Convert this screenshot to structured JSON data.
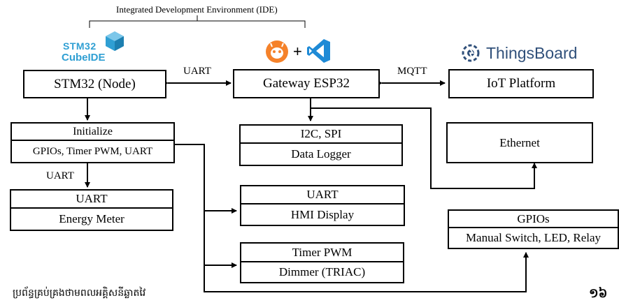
{
  "ide_label": "Integrated Development Environment (IDE)",
  "logos": {
    "stm32_cubeide_line1": "STM32",
    "stm32_cubeide_line2": "CubeIDE",
    "plus": "+",
    "thingsboard": "ThingsBoard"
  },
  "nodes": {
    "stm32": "STM32 (Node)",
    "gateway": "Gateway ESP32",
    "iot": "IoT Platform",
    "init_top": "Initialize",
    "init_bot": "GPIOs, Timer PWM, UART",
    "uart_em_top": "UART",
    "uart_em_bot": "Energy Meter",
    "i2c_top": "I2C, SPI",
    "i2c_bot": "Data Logger",
    "hmi_top": "UART",
    "hmi_bot": "HMI Display",
    "pwm_top": "Timer PWM",
    "pwm_bot": "Dimmer (TRIAC)",
    "ethernet": "Ethernet",
    "gpio_top": "GPIOs",
    "gpio_bot": "Manual Switch, LED, Relay"
  },
  "edge_labels": {
    "uart_top": "UART",
    "mqtt": "MQTT",
    "uart_left": "UART"
  },
  "footer": {
    "khmer_text": "ប្រព័ន្ធគ្រប់គ្រងថាមពលអគ្គិសនីឆ្លាតវៃ",
    "page_number": "១៦"
  },
  "colors": {
    "stm_blue": "#2f9fd3",
    "platformio_orange": "#f5822a",
    "vscode_blue": "#1e8ad6",
    "thingsboard_navy": "#30507a"
  }
}
